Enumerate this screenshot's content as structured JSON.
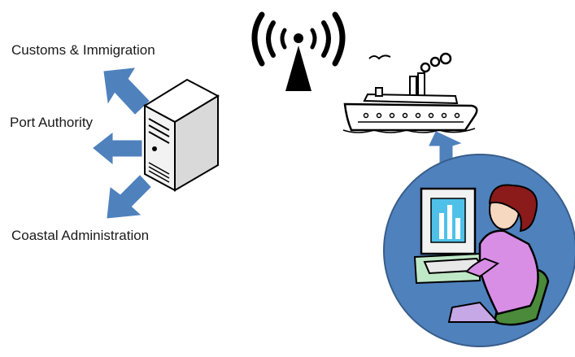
{
  "labels": {
    "customs": "Customs & Immigration",
    "port": "Port Authority",
    "coastal": "Coastal Administration"
  },
  "icons": {
    "server": "server-icon",
    "antenna": "wireless-antenna-icon",
    "ship": "ship-icon",
    "operator": "operator-at-computer-icon"
  },
  "colors": {
    "arrow": "#4f81bd",
    "circle": "#4f81bd",
    "circle_border": "#385d8a",
    "outline": "#000000",
    "server_face": "#f2f2f2",
    "server_side": "#d9d9d9",
    "monitor_screen": "#4fc1e9",
    "shirt": "#d98ee6",
    "hair": "#8b1a1a",
    "chair": "#4a8a3a",
    "desk": "#bfe8c7"
  }
}
